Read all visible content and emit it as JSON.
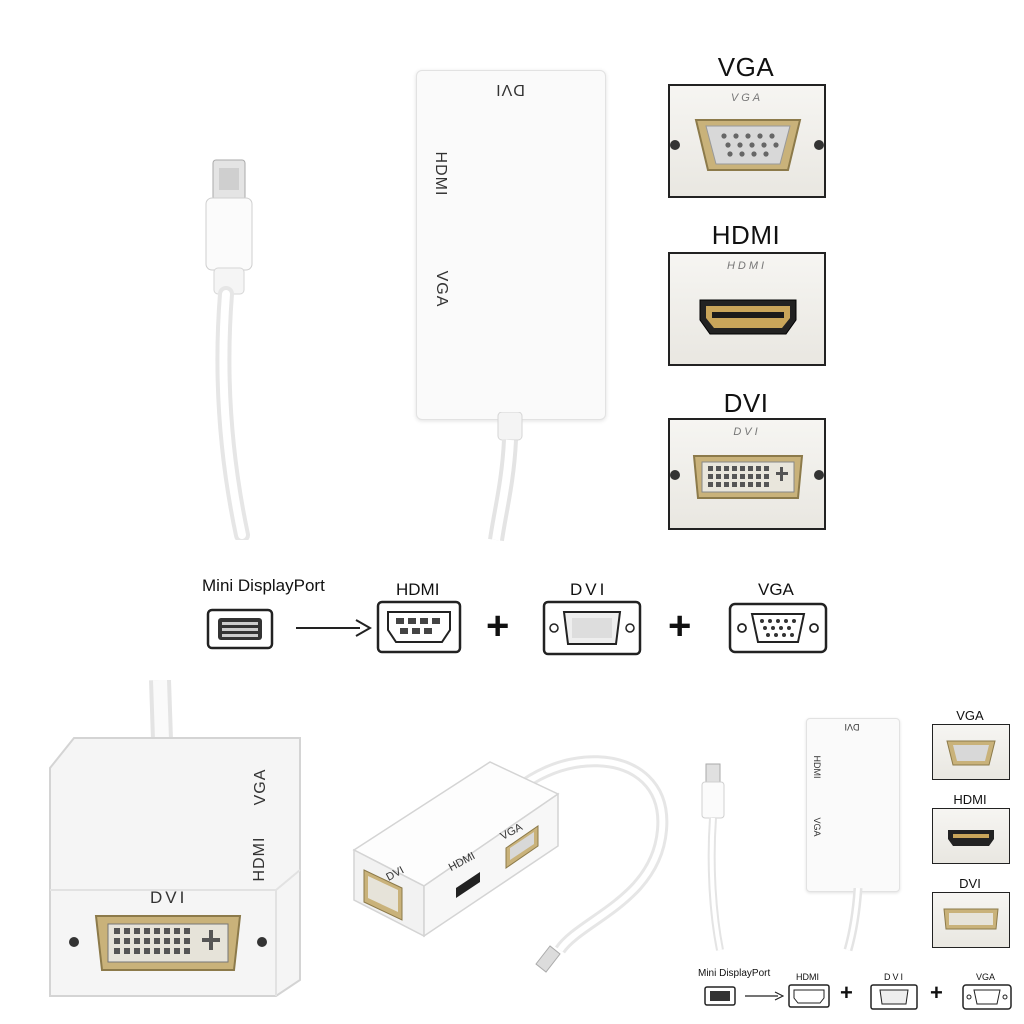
{
  "colors": {
    "background": "#ffffff",
    "adapter_body": "#f7f7f7",
    "connector_gold": "#c9b27a",
    "outline": "#222222"
  },
  "adapter_labels": {
    "dvi": "DVI",
    "hdmi": "HDMI",
    "vga": "VGA"
  },
  "port_panels": [
    {
      "label": "VGA",
      "sub": "VGA"
    },
    {
      "label": "HDMI",
      "sub": "HDMI"
    },
    {
      "label": "DVI",
      "sub": "DVI"
    }
  ],
  "flow": {
    "source": "Mini DisplayPort",
    "outputs": [
      "HDMI",
      "DVI",
      "VGA"
    ],
    "plus": "+"
  },
  "small_panels": [
    {
      "label": "VGA"
    },
    {
      "label": "HDMI"
    },
    {
      "label": "DVI"
    }
  ]
}
